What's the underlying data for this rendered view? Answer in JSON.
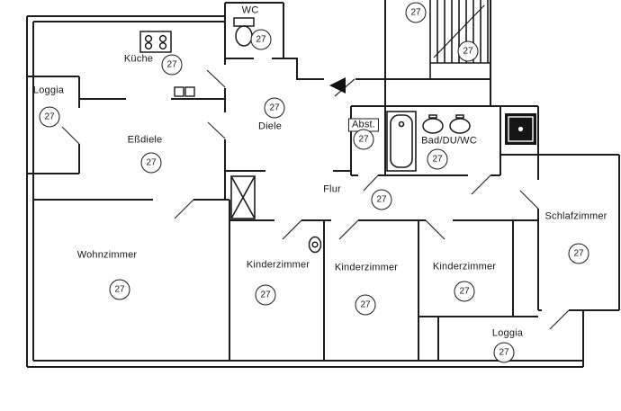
{
  "rooms": [
    {
      "id": "wc",
      "label": "WC",
      "unit": "27"
    },
    {
      "id": "kueche",
      "label": "Küche",
      "unit": "27"
    },
    {
      "id": "loggia-left",
      "label": "Loggia",
      "unit": "27"
    },
    {
      "id": "essdiele",
      "label": "Eßdiele",
      "unit": "27"
    },
    {
      "id": "diele",
      "label": "Diele",
      "unit": "27"
    },
    {
      "id": "abstellraum",
      "label": "Abst.",
      "unit": "27"
    },
    {
      "id": "bad",
      "label": "Bad/DU/WC",
      "unit": "27"
    },
    {
      "id": "flur",
      "label": "Flur",
      "unit": "27"
    },
    {
      "id": "wohnzimmer",
      "label": "Wohnzimmer",
      "unit": "27"
    },
    {
      "id": "kinderzimmer-1",
      "label": "Kinderzimmer",
      "unit": "27"
    },
    {
      "id": "kinderzimmer-2",
      "label": "Kinderzimmer",
      "unit": "27"
    },
    {
      "id": "kinderzimmer-3",
      "label": "Kinderzimmer",
      "unit": "27"
    },
    {
      "id": "schlafzimmer",
      "label": "Schlafzimmer",
      "unit": "27"
    },
    {
      "id": "loggia-bottom",
      "label": "Loggia",
      "unit": "27"
    }
  ],
  "stairwell": {
    "badges": [
      "27",
      "27"
    ]
  },
  "colors": {
    "wall": "#1c1c1c",
    "background": "#ffffff"
  }
}
